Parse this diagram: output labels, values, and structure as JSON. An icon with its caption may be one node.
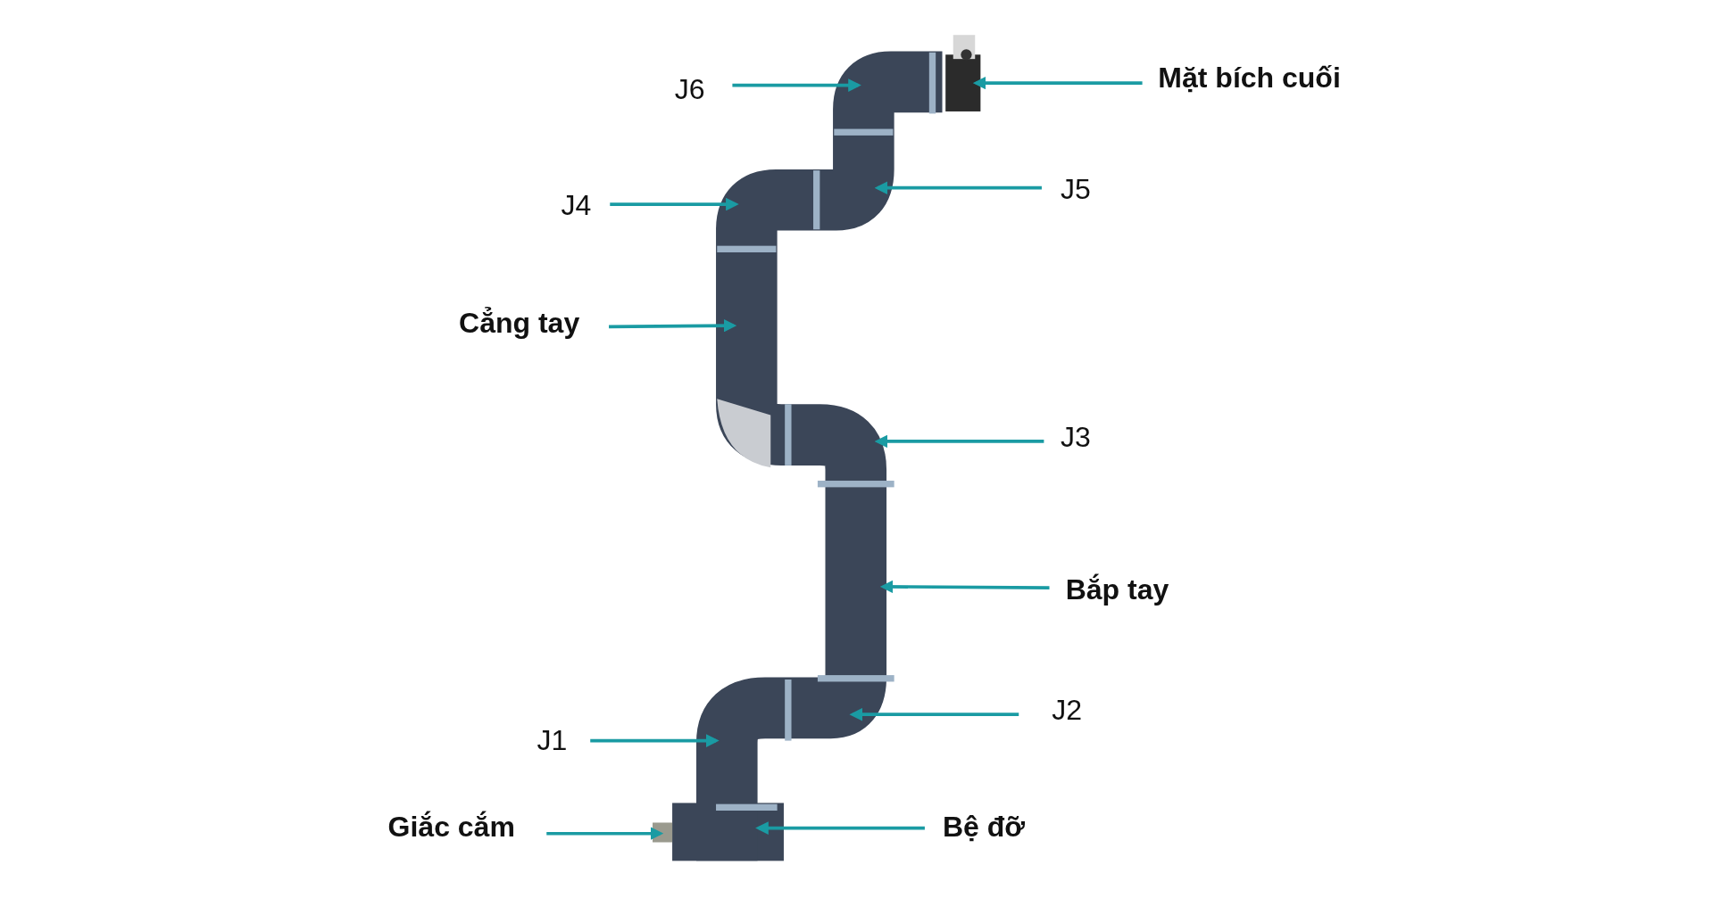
{
  "diagram": {
    "nodes": [
      {
        "text": [
          "J6"
        ]
      },
      {
        "text": [
          "Mặt bích cuối"
        ]
      },
      {
        "text": [
          "J5"
        ]
      },
      {
        "text": [
          "J4"
        ]
      },
      {
        "text": [
          "Cẳng tay"
        ]
      },
      {
        "text": [
          "J3"
        ]
      },
      {
        "text": [
          "Bắp tay"
        ]
      },
      {
        "text": [
          "J2"
        ]
      },
      {
        "text": [
          "J1"
        ]
      },
      {
        "text": [
          "Giắc cắm"
        ]
      },
      {
        "text": [
          "Bệ đỡ"
        ]
      }
    ],
    "edges": [
      {
        "from": 0,
        "to": null,
        "arrow": "to"
      },
      {
        "from": 1,
        "to": null,
        "arrow": "to"
      },
      {
        "from": 2,
        "to": null,
        "arrow": "to"
      },
      {
        "from": 3,
        "to": null,
        "arrow": "to"
      },
      {
        "from": 4,
        "to": null,
        "arrow": "to"
      },
      {
        "from": 5,
        "to": null,
        "arrow": "to"
      },
      {
        "from": 6,
        "to": null,
        "arrow": "to"
      },
      {
        "from": 7,
        "to": null,
        "arrow": "to"
      },
      {
        "from": 8,
        "to": null,
        "arrow": "to"
      },
      {
        "from": 9,
        "to": null,
        "arrow": "to"
      },
      {
        "from": 10,
        "to": null,
        "arrow": "to"
      }
    ]
  }
}
